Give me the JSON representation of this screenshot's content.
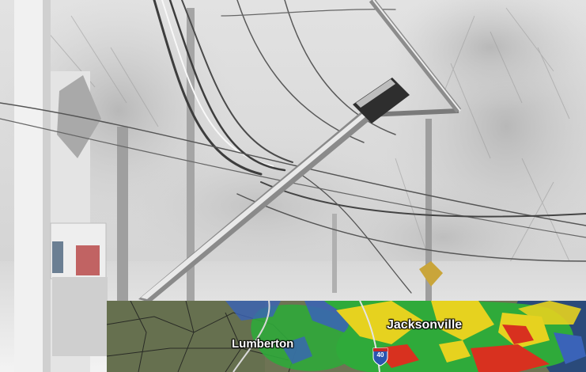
{
  "radar_overlay": {
    "cities": {
      "lumberton": "Lumberton",
      "jacksonville": "Jacksonville"
    },
    "highway_shield": "40"
  },
  "colors": {
    "sky": "#e9e9e9",
    "snow": "#f4f4f4",
    "ocean": "#2a4a7a",
    "land": "#6f7455",
    "radar_green": "#2faa3a",
    "radar_yellow": "#e6d21f",
    "radar_red": "#d8311f"
  }
}
